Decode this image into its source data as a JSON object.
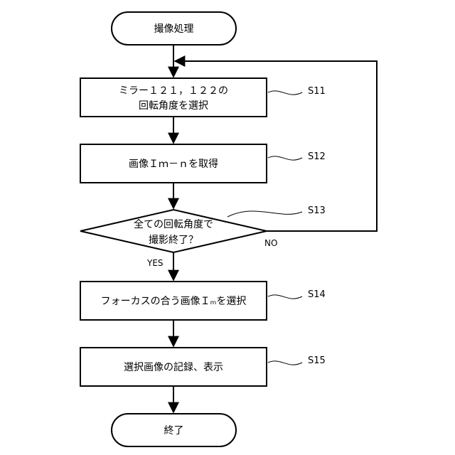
{
  "start": {
    "text": "撮像処理"
  },
  "steps": [
    {
      "id": "S11",
      "lines": [
        "ミラー１２１，１２２の",
        "回転角度を選択"
      ]
    },
    {
      "id": "S12",
      "lines": [
        "画像Ｉｍ－ｎを取得"
      ]
    },
    {
      "id": "S13",
      "lines": [
        "全ての回転角度で",
        "撮影終了？"
      ]
    },
    {
      "id": "S14",
      "lines": [
        "フォーカスの合う画像Ｉₘを選択"
      ]
    },
    {
      "id": "S15",
      "lines": [
        "選択画像の記録、表示"
      ]
    }
  ],
  "branches": {
    "yes": "YES",
    "no": "NO"
  },
  "end": {
    "text": "終了"
  }
}
